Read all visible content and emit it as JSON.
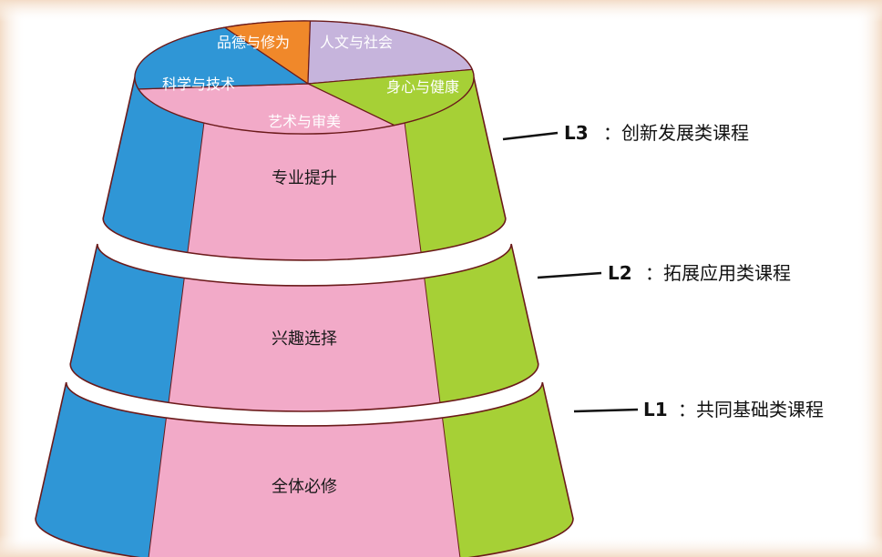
{
  "top_segments": [
    {
      "label": "品德与修为",
      "color": "#f0882a"
    },
    {
      "label": "人文与社会",
      "color": "#c6b4dc"
    },
    {
      "label": "身心与健康",
      "color": "#a6d036"
    },
    {
      "label": "艺术与审美",
      "color": "#f2aac8"
    },
    {
      "label": "科学与技术",
      "color": "#2f96d6"
    }
  ],
  "bands": [
    {
      "label": "专业提升"
    },
    {
      "label": "兴趣选择"
    },
    {
      "label": "全体必修"
    }
  ],
  "levels": [
    {
      "code": "L3",
      "name": "创新发展类课程"
    },
    {
      "code": "L2",
      "name": "拓展应用类课程"
    },
    {
      "code": "L1",
      "name": "共同基础类课程"
    }
  ],
  "colors": {
    "left_column": "#2f96d6",
    "center_column": "#f2aac8",
    "right_column": "#a6d036",
    "outline": "#6b1a1a",
    "background_edge": "#f3dcc7"
  }
}
